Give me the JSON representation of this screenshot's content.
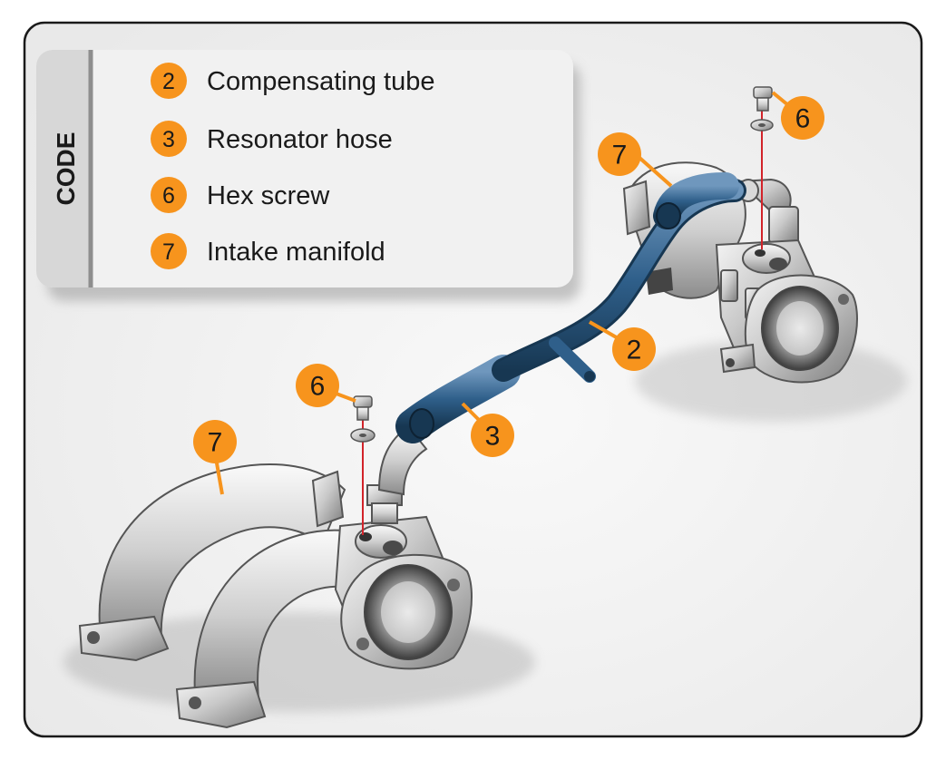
{
  "legend": {
    "heading": "CODE",
    "items": [
      {
        "code": "2",
        "label": "Compensating tube"
      },
      {
        "code": "3",
        "label": "Resonator hose"
      },
      {
        "code": "6",
        "label": "Hex screw"
      },
      {
        "code": "7",
        "label": "Intake manifold"
      }
    ]
  },
  "callouts": {
    "tube": "2",
    "resonator_hose": "3",
    "hex_screw_right": "6",
    "hex_screw_left": "6",
    "manifold_right": "7",
    "manifold_left": "7"
  },
  "colors": {
    "badge": "#f7941d",
    "hose": "#2f5f8a",
    "metal": "#c8c8c8",
    "panel": "#f1f1f1",
    "code_tab": "#d7d7d7",
    "guide_line": "#d2232a"
  }
}
